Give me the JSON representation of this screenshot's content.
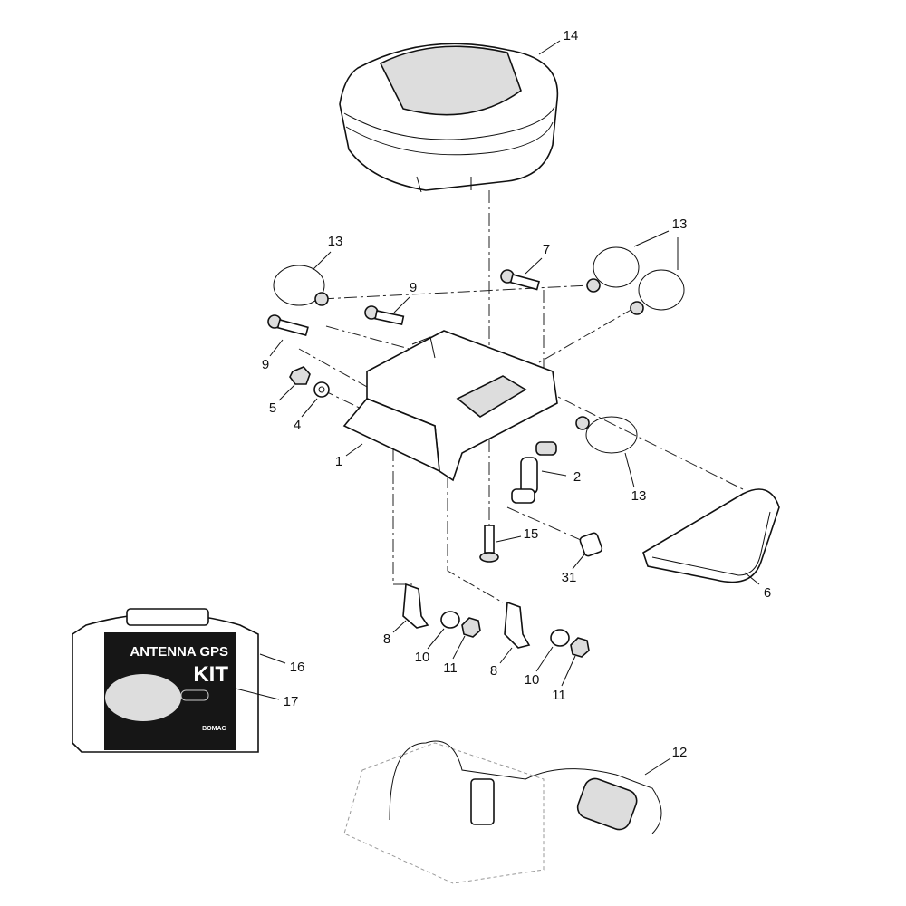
{
  "labels": {
    "antenna": "14",
    "clamp_left": "13",
    "clamp_right": "13",
    "clamp_lower": "13",
    "bolt_7": "7",
    "bolt_9a": "9",
    "bolt_9b": "9",
    "nut_5": "5",
    "washer_4": "4",
    "bracket_1": "1",
    "holder_2": "2",
    "screw_15": "15",
    "screw_31": "31",
    "handle_6": "6",
    "clip_8a": "8",
    "clip_8b": "8",
    "washer_10a": "10",
    "washer_10b": "10",
    "nut_11a": "11",
    "nut_11b": "11",
    "case_16": "16",
    "insert_17": "17",
    "cable_12": "12"
  },
  "kit": {
    "line1": "ANTENNA GPS",
    "line2": "KIT",
    "brand": "BOMAG"
  }
}
